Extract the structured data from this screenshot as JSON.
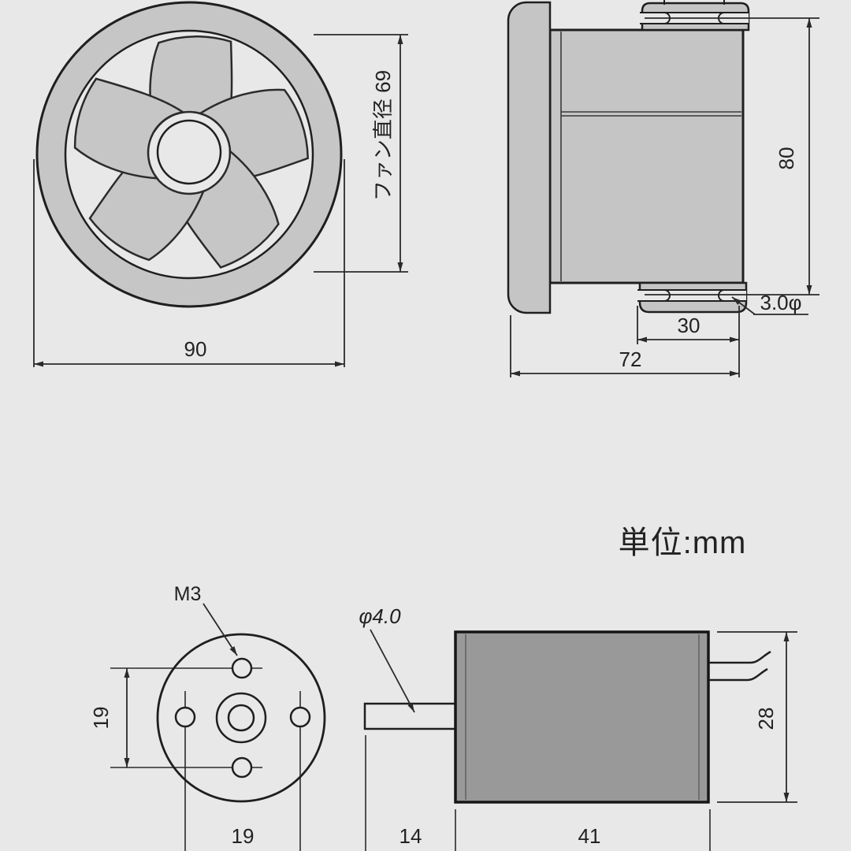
{
  "unit_note": "単位:mm",
  "front_view": {
    "outer_diameter": "90",
    "fan_diameter_label": "ファン直径 69"
  },
  "side_view": {
    "height": "80",
    "slot_diameter": "3.0φ",
    "slot_spacing": "30",
    "depth": "72"
  },
  "mount_view": {
    "thread_label": "M3",
    "hole_pitch_vertical": "19",
    "hole_pitch_horizontal": "19"
  },
  "motor_view": {
    "shaft_diameter": "φ4.0",
    "shaft_length": "14",
    "body_length": "41",
    "body_height": "28"
  },
  "colors": {
    "background": "#e8e8e8",
    "outline": "#1f1f1f",
    "part_fill_light": "#c6c6c6",
    "motor_fill": "#999999",
    "dimension_line": "#2a2a2a"
  }
}
